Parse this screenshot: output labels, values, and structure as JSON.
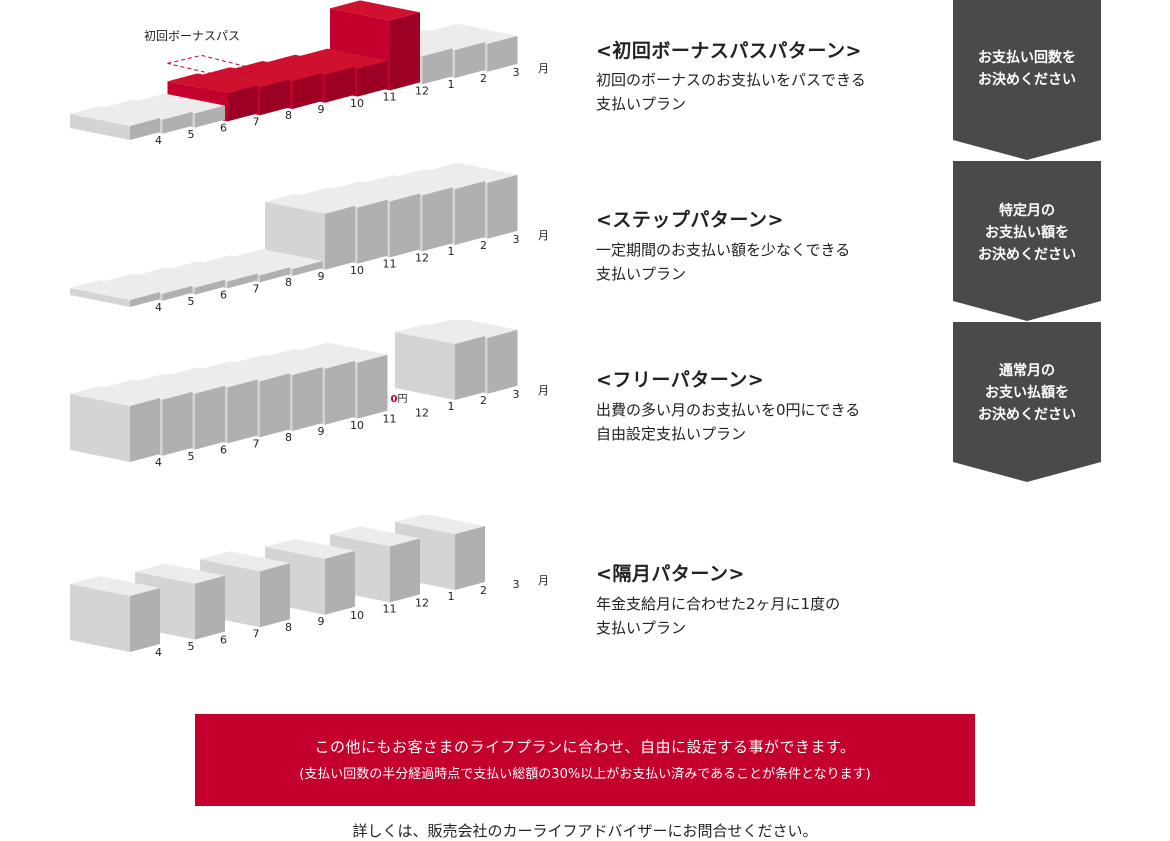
{
  "month_unit": "月",
  "months": [
    "4",
    "5",
    "6",
    "7",
    "8",
    "9",
    "10",
    "11",
    "12",
    "1",
    "2",
    "3"
  ],
  "zero_label": "円",
  "zero_digit": "0",
  "colors": {
    "accent": "#c4002d",
    "tag": "#4a4a4a",
    "block_top": "#ececec",
    "block_front": "#d4d4d4",
    "block_side": "#b0b0b0"
  },
  "patterns": [
    {
      "id": "bonus-pass",
      "title": "<初回ボーナスパスパターン>",
      "description": "初回のボーナスのお支払いをパスできる\n支払いプラン",
      "annotation": "初回ボーナスパス",
      "heights": [
        1,
        1,
        1,
        2,
        2,
        2,
        2,
        2,
        5,
        2,
        2,
        2
      ],
      "highlight": [
        3,
        8
      ],
      "skipped": [],
      "dashed": [
        3
      ]
    },
    {
      "id": "step",
      "title": "<ステップパターン>",
      "description": "一定期間のお支払い額を少なくできる\n支払いプラン",
      "heights": [
        0.5,
        0.5,
        0.5,
        0.5,
        0.5,
        0.5,
        4,
        4,
        4,
        4,
        4,
        4
      ],
      "highlight": [],
      "skipped": [],
      "dashed": []
    },
    {
      "id": "free",
      "title": "<フリーパターン>",
      "description": "出費の多い月のお支払いを0円にできる\n自由設定支払いプラン",
      "heights": [
        4,
        4,
        4,
        4,
        4,
        4,
        4,
        4,
        0,
        0,
        4,
        4
      ],
      "highlight": [],
      "skipped": [
        8,
        9
      ],
      "dashed": []
    },
    {
      "id": "alternate",
      "title": "<隔月パターン>",
      "description": "年金支給月に合わせた2ヶ月に1度の\n支払いプラン",
      "heights": [
        4,
        0,
        4,
        0,
        4,
        0,
        4,
        0,
        4,
        0,
        4,
        0
      ],
      "highlight": [],
      "skipped": [
        1,
        3,
        5,
        7,
        9,
        11
      ],
      "dashed": []
    }
  ],
  "tags": [
    {
      "text": "お支払い回数を\nお決めください"
    },
    {
      "text": "特定月の\nお支払い額を\nお決めください"
    },
    {
      "text": "通常月の\nお支い払額を\nお決めください"
    }
  ],
  "banner": {
    "main": "この他にもお客さまのライフプランに合わせ、自由に設定する事ができます。",
    "note": "(支払い回数の半分経過時点で支払い総額の30%以上がお支払い済みであることが条件となります)"
  },
  "footer": "詳しくは、販売会社のカーライフアドバイザーにお問合せください。"
}
